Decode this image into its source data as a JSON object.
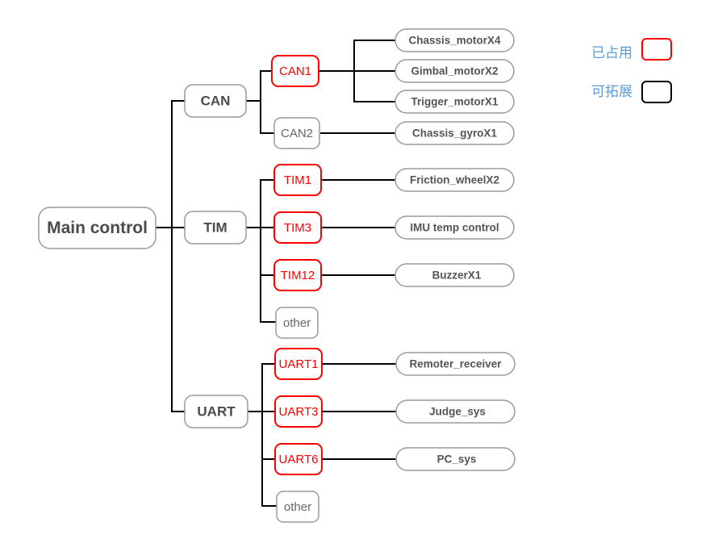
{
  "diagram": {
    "title_node": "Main control",
    "legend": [
      {
        "label": "已占用",
        "swatch": "red",
        "color": "#ff0000"
      },
      {
        "label": "可拓展",
        "swatch": "black",
        "color": "#000000"
      }
    ],
    "colors": {
      "occupied": "#ff0000",
      "expandable": "#000000",
      "legend_text": "#5b9bd5",
      "node_text": "#555555",
      "node_border": "#9a9a9a",
      "edge": "#000000",
      "background": "#ffffff"
    },
    "branches": [
      {
        "bus": "CAN",
        "peripherals": [
          {
            "name": "CAN1",
            "state": "occupied",
            "leaves": [
              "Chassis_motorX4",
              "Gimbal_motorX2",
              "Trigger_motorX1"
            ]
          },
          {
            "name": "CAN2",
            "state": "expandable",
            "leaves": [
              "Chassis_gyroX1"
            ]
          }
        ]
      },
      {
        "bus": "TIM",
        "peripherals": [
          {
            "name": "TIM1",
            "state": "occupied",
            "leaves": [
              "Friction_wheelX2"
            ]
          },
          {
            "name": "TIM3",
            "state": "occupied",
            "leaves": [
              "IMU temp control"
            ]
          },
          {
            "name": "TIM12",
            "state": "occupied",
            "leaves": [
              "BuzzerX1"
            ]
          },
          {
            "name": "other",
            "state": "expandable",
            "leaves": []
          }
        ]
      },
      {
        "bus": "UART",
        "peripherals": [
          {
            "name": "UART1",
            "state": "occupied",
            "leaves": [
              "Remoter_receiver"
            ]
          },
          {
            "name": "UART3",
            "state": "occupied",
            "leaves": [
              "Judge_sys"
            ]
          },
          {
            "name": "UART6",
            "state": "occupied",
            "leaves": [
              "PC_sys"
            ]
          },
          {
            "name": "other",
            "state": "expandable",
            "leaves": []
          }
        ]
      }
    ]
  }
}
